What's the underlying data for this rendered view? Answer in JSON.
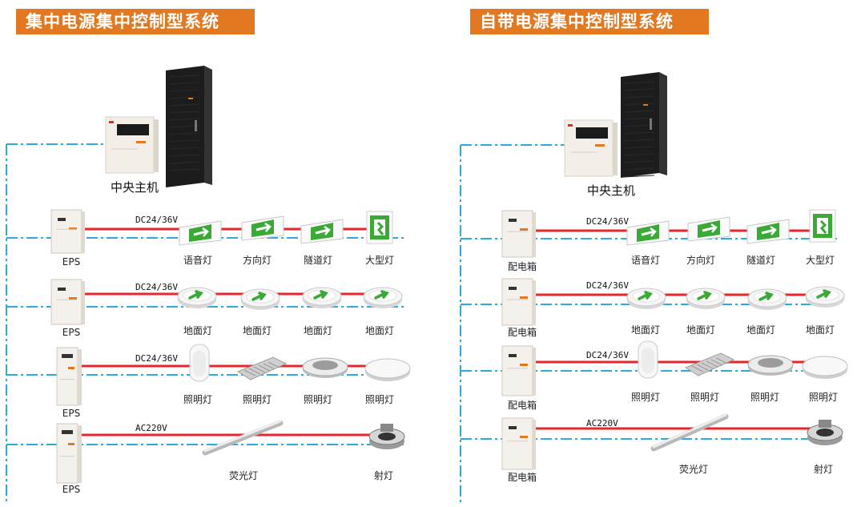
{
  "left": {
    "title": "集中电源集中控制型系统",
    "host_label": "中央主机",
    "rows": [
      {
        "source": "EPS",
        "voltage": "DC24/36V",
        "devices": [
          "语音灯",
          "方向灯",
          "隧道灯",
          "大型灯"
        ]
      },
      {
        "source": "EPS",
        "voltage": "DC24/36V",
        "devices": [
          "地面灯",
          "地面灯",
          "地面灯",
          "地面灯"
        ]
      },
      {
        "source": "EPS",
        "voltage": "DC24/36V",
        "devices": [
          "照明灯",
          "照明灯",
          "照明灯",
          "照明灯"
        ]
      },
      {
        "source": "EPS",
        "voltage": "AC220V",
        "devices": [
          "荧光灯",
          "射灯"
        ]
      }
    ]
  },
  "right": {
    "title": "自带电源集中控制型系统",
    "host_label": "中央主机",
    "rows": [
      {
        "source": "配电箱",
        "voltage": "DC24/36V",
        "devices": [
          "语音灯",
          "方向灯",
          "隧道灯",
          "大型灯"
        ]
      },
      {
        "source": "配电箱",
        "voltage": "DC24/36V",
        "devices": [
          "地面灯",
          "地面灯",
          "地面灯",
          "地面灯"
        ]
      },
      {
        "source": "配电箱",
        "voltage": "DC24/36V",
        "devices": [
          "照明灯",
          "照明灯",
          "照明灯",
          "照明灯"
        ]
      },
      {
        "source": "配电箱",
        "voltage": "AC220V",
        "devices": [
          "荧光灯",
          "射灯"
        ]
      }
    ]
  },
  "colors": {
    "header": "#e2781f",
    "power_line": "#e8262b",
    "control_line": "#2ea9e0",
    "exit_green": "#3aa935",
    "cabinet": "#1c1c1c"
  }
}
